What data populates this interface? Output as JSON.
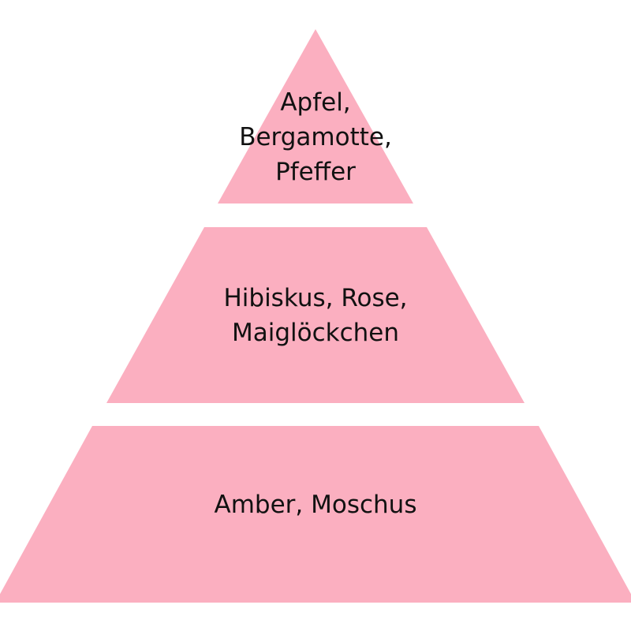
{
  "colors": {
    "tier_fill": "#fbafc0",
    "text": "#111111"
  },
  "tiers": [
    {
      "name": "top",
      "lines": [
        "Apfel,",
        "Bergamotte,",
        "Pfeffer"
      ]
    },
    {
      "name": "middle",
      "lines": [
        "Hibiskus, Rose,",
        "Maiglöckchen"
      ]
    },
    {
      "name": "base",
      "lines": [
        "Amber, Moschus"
      ]
    }
  ]
}
